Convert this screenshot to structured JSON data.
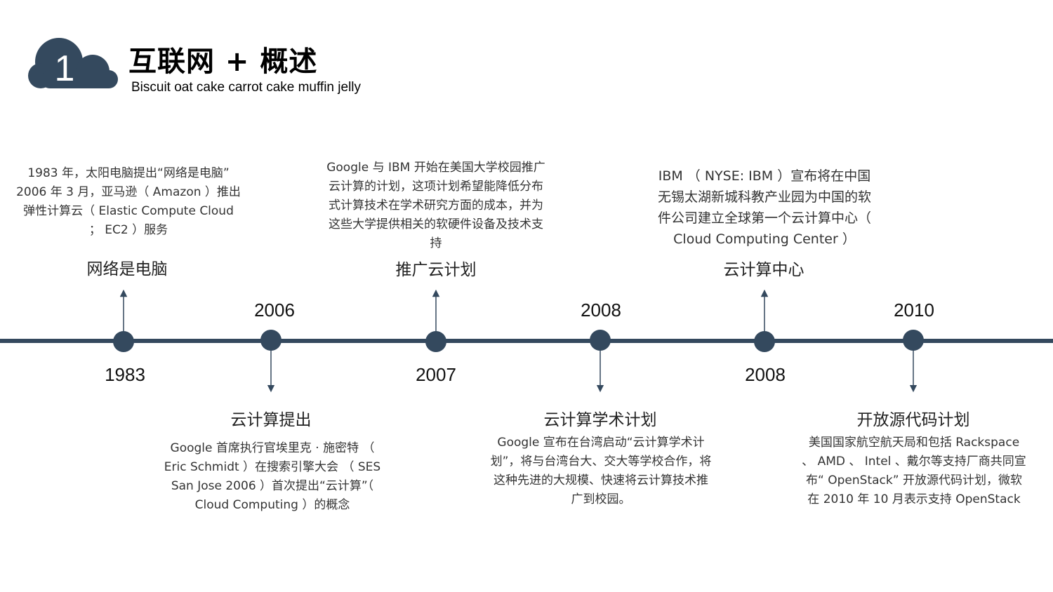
{
  "header": {
    "slide_number": "1",
    "title": "互联网 + 概述",
    "subtitle": "Biscuit oat cake carrot cake muffin jelly"
  },
  "colors": {
    "accent": "#34495e",
    "text": "#333333"
  },
  "timeline": {
    "events": [
      {
        "year": "1983",
        "heading": "网络是电脑",
        "text": "1983 年，太阳电脑提出“网络是电脑” 2006 年 3 月，亚马逊（ Amazon ）推出弹性计算云（ Elastic Compute Cloud ； EC2 ）服务"
      },
      {
        "year": "2006",
        "heading": "云计算提出",
        "text": "Google 首席执行官埃里克 · 施密特 （ Eric Schmidt ）在搜索引擎大会 （ SES San Jose 2006 ）首次提出“云计算”（ Cloud Computing ）的概念"
      },
      {
        "year": "2007",
        "heading": "推广云计划",
        "text": "Google 与 IBM 开始在美国大学校园推广云计算的计划，这项计划希望能降低分布式计算技术在学术研究方面的成本，并为这些大学提供相关的软硬件设备及技术支持"
      },
      {
        "year": "2008",
        "heading": "云计算学术计划",
        "text": "Google 宣布在台湾启动“云计算学术计划”，将与台湾台大、交大等学校合作，将这种先进的大规模、快速将云计算技术推广到校园。"
      },
      {
        "year": "2008",
        "heading": "云计算中心",
        "text": "IBM （ NYSE: IBM ）宣布将在中国无锡太湖新城科教产业园为中国的软件公司建立全球第一个云计算中心（ Cloud Computing Center ）"
      },
      {
        "year": "2010",
        "heading": "开放源代码计划",
        "text": "美国国家航空航天局和包括 Rackspace 、 AMD 、 Intel 、戴尔等支持厂商共同宣布“ OpenStack” 开放源代码计划，微软在 2010 年 10 月表示支持 OpenStack"
      }
    ]
  }
}
